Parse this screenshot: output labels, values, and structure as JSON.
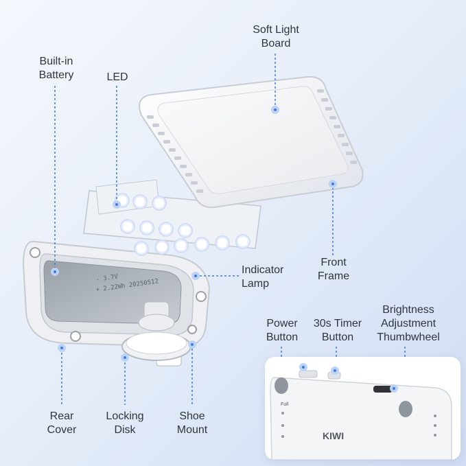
{
  "labels": {
    "soft_light_board": [
      "Soft Light",
      "Board"
    ],
    "built_in_battery": [
      "Built-in",
      "Battery"
    ],
    "led": [
      "LED"
    ],
    "front_frame": [
      "Front",
      "Frame"
    ],
    "indicator_lamp": [
      "Indicator",
      "Lamp"
    ],
    "power_button": [
      "Power",
      "Button"
    ],
    "timer_button": [
      "30s Timer",
      "Button"
    ],
    "brightness_thumbwheel": [
      "Brightness",
      "Adjustment",
      "Thumbwheel"
    ],
    "rear_cover": [
      "Rear",
      "Cover"
    ],
    "locking_disk": [
      "Locking",
      "Disk"
    ],
    "shoe_mount": [
      "Shoe",
      "Mount"
    ]
  },
  "device_text": {
    "battery_print_1": "+ 2.22Wh 20250512",
    "battery_print_2": "- 3.7V",
    "indicator_full": "Full",
    "brand": "KIWI"
  },
  "colors": {
    "accent": "#3b7ddd",
    "device_white": "#f4f5f7",
    "device_shadow": "#c9ced6",
    "battery_gray": "#b9bec6",
    "led_glow": "#e9efff"
  }
}
